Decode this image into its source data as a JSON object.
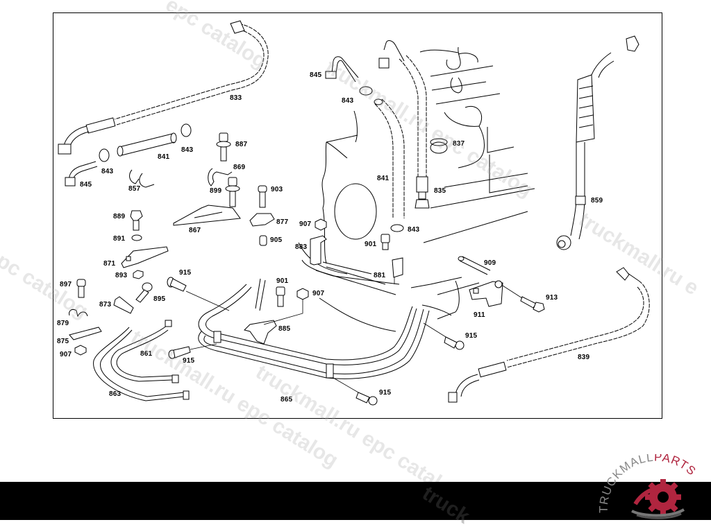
{
  "diagram": {
    "title": "",
    "callouts": [
      {
        "id": "833",
        "label": "833"
      },
      {
        "id": "845a",
        "label": "845"
      },
      {
        "id": "843a",
        "label": "843"
      },
      {
        "id": "841a",
        "label": "841"
      },
      {
        "id": "843b",
        "label": "843"
      },
      {
        "id": "857",
        "label": "857"
      },
      {
        "id": "887",
        "label": "887"
      },
      {
        "id": "869",
        "label": "869"
      },
      {
        "id": "899",
        "label": "899"
      },
      {
        "id": "903",
        "label": "903"
      },
      {
        "id": "867",
        "label": "867"
      },
      {
        "id": "877",
        "label": "877"
      },
      {
        "id": "905",
        "label": "905"
      },
      {
        "id": "889",
        "label": "889"
      },
      {
        "id": "891",
        "label": "891"
      },
      {
        "id": "871",
        "label": "871"
      },
      {
        "id": "893",
        "label": "893"
      },
      {
        "id": "897",
        "label": "897"
      },
      {
        "id": "873",
        "label": "873"
      },
      {
        "id": "895",
        "label": "895"
      },
      {
        "id": "879",
        "label": "879"
      },
      {
        "id": "875",
        "label": "875"
      },
      {
        "id": "907a",
        "label": "907"
      },
      {
        "id": "861",
        "label": "861"
      },
      {
        "id": "863",
        "label": "863"
      },
      {
        "id": "915a",
        "label": "915"
      },
      {
        "id": "915b",
        "label": "915"
      },
      {
        "id": "901a",
        "label": "901"
      },
      {
        "id": "907b",
        "label": "907"
      },
      {
        "id": "885",
        "label": "885"
      },
      {
        "id": "865",
        "label": "865"
      },
      {
        "id": "845b",
        "label": "845"
      },
      {
        "id": "843c",
        "label": "843"
      },
      {
        "id": "841b",
        "label": "841"
      },
      {
        "id": "835",
        "label": "835"
      },
      {
        "id": "837",
        "label": "837"
      },
      {
        "id": "907c",
        "label": "907"
      },
      {
        "id": "883",
        "label": "883"
      },
      {
        "id": "843d",
        "label": "843"
      },
      {
        "id": "901b",
        "label": "901"
      },
      {
        "id": "881",
        "label": "881"
      },
      {
        "id": "909",
        "label": "909"
      },
      {
        "id": "911",
        "label": "911"
      },
      {
        "id": "913",
        "label": "913"
      },
      {
        "id": "915c",
        "label": "915"
      },
      {
        "id": "915d",
        "label": "915"
      },
      {
        "id": "859",
        "label": "859"
      },
      {
        "id": "839",
        "label": "839"
      }
    ]
  },
  "watermarks": [
    "epc catalog",
    "truckmall.ru epc catalog",
    "truckmall.ru epc catalog",
    "ru epc catalog",
    "truckmall.ru e",
    "truckmall.ru epc catalog",
    "truck"
  ],
  "logo": {
    "text_main": "TRUCKMALL",
    "text_accent": "PARTS",
    "accent_color": "#b0253f",
    "main_color": "#888888"
  }
}
